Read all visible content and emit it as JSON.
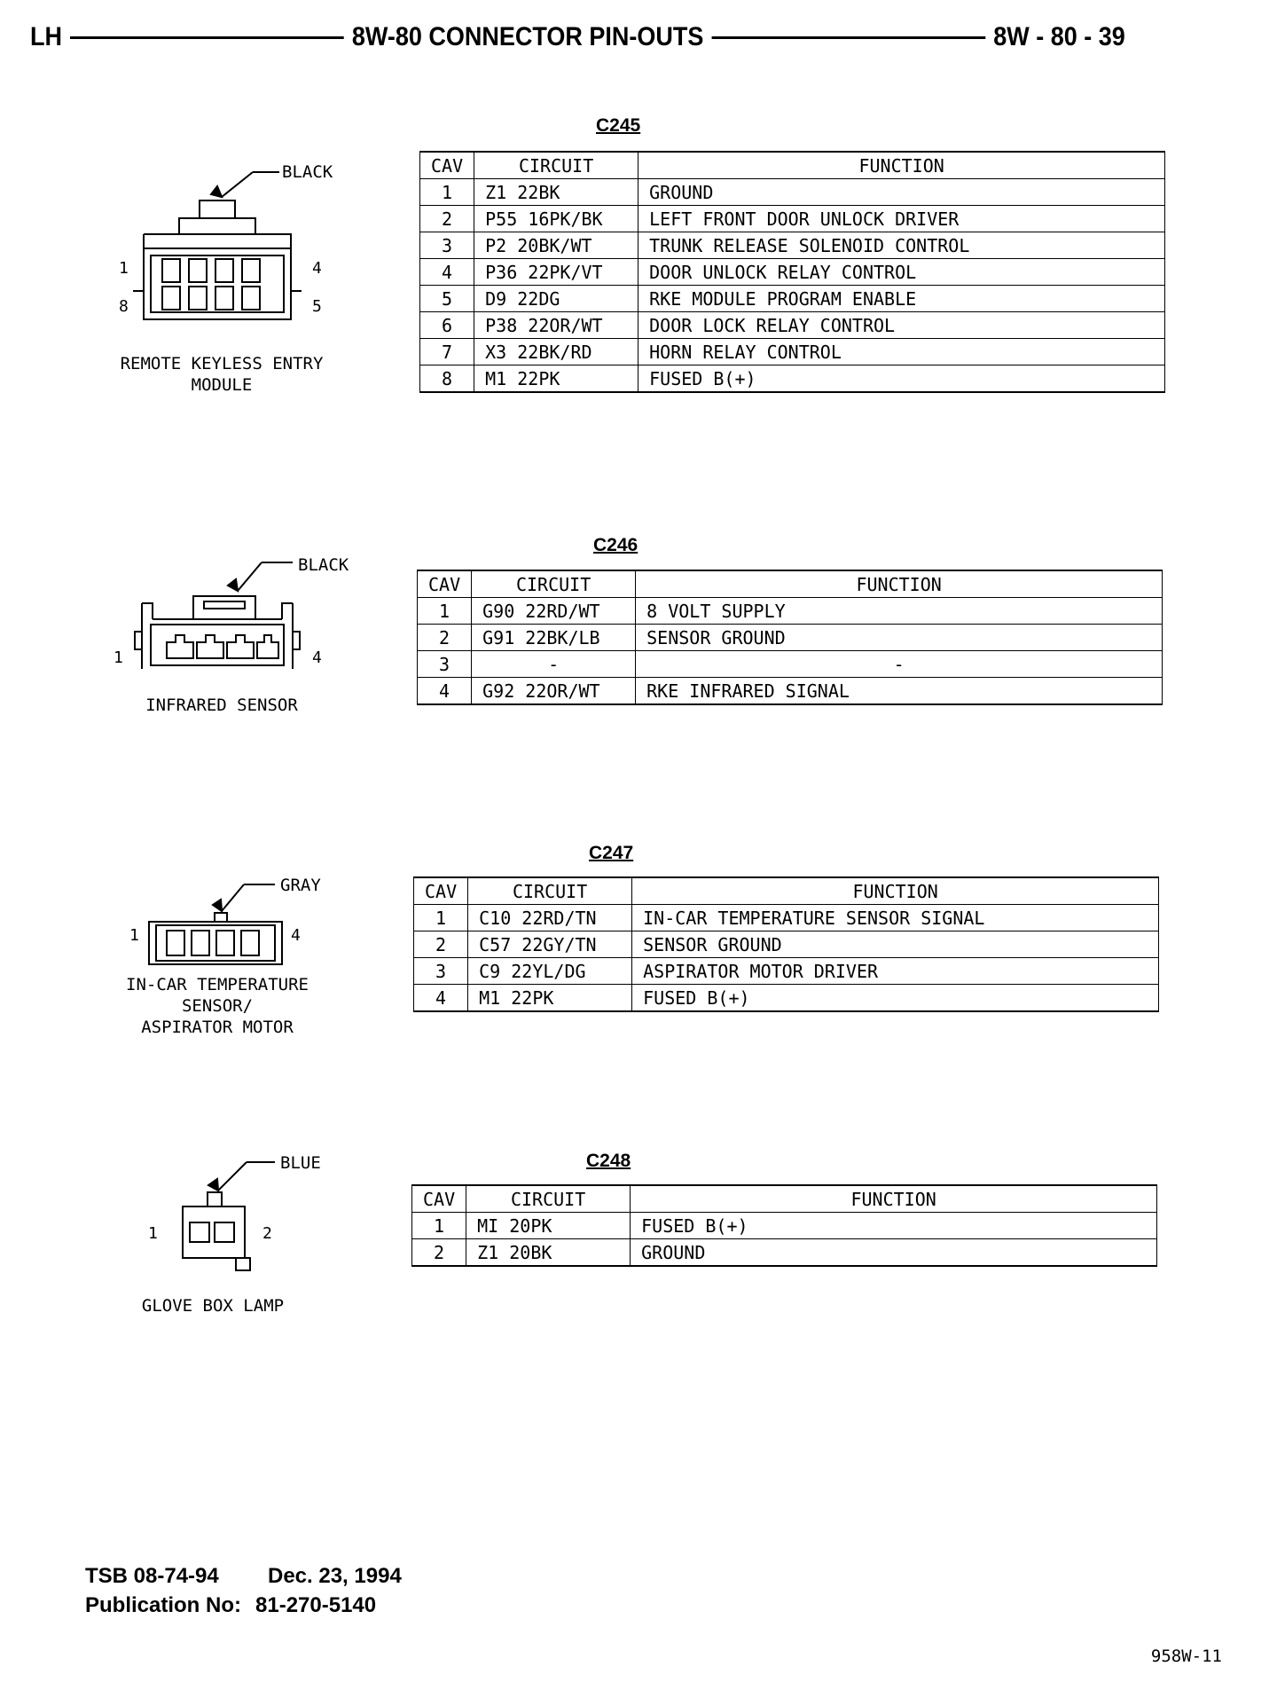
{
  "header": {
    "left": "LH",
    "center": "8W-80 CONNECTOR PIN-OUTS",
    "right": "8W - 80 - 39"
  },
  "columns": {
    "cav": "CAV",
    "circuit": "CIRCUIT",
    "function": "FUNCTION"
  },
  "connectors": [
    {
      "id": "C245",
      "color": "BLACK",
      "name": "REMOTE KEYLESS ENTRY\nMODULE",
      "pin_labels": [
        "1",
        "4",
        "8",
        "5"
      ],
      "rows": [
        {
          "cav": "1",
          "circuit": "Z1 22BK",
          "function": "GROUND"
        },
        {
          "cav": "2",
          "circuit": "P55 16PK/BK",
          "function": "LEFT FRONT DOOR UNLOCK DRIVER"
        },
        {
          "cav": "3",
          "circuit": "P2 20BK/WT",
          "function": "TRUNK RELEASE SOLENOID CONTROL"
        },
        {
          "cav": "4",
          "circuit": "P36 22PK/VT",
          "function": "DOOR UNLOCK RELAY CONTROL"
        },
        {
          "cav": "5",
          "circuit": "D9 22DG",
          "function": "RKE MODULE PROGRAM ENABLE"
        },
        {
          "cav": "6",
          "circuit": "P38 22OR/WT",
          "function": "DOOR LOCK RELAY CONTROL"
        },
        {
          "cav": "7",
          "circuit": "X3 22BK/RD",
          "function": "HORN RELAY CONTROL"
        },
        {
          "cav": "8",
          "circuit": "M1 22PK",
          "function": "FUSED B(+)"
        }
      ]
    },
    {
      "id": "C246",
      "color": "BLACK",
      "name": "INFRARED SENSOR",
      "pin_labels": [
        "1",
        "4"
      ],
      "rows": [
        {
          "cav": "1",
          "circuit": "G90 22RD/WT",
          "function": "8 VOLT SUPPLY"
        },
        {
          "cav": "2",
          "circuit": "G91 22BK/LB",
          "function": "SENSOR GROUND"
        },
        {
          "cav": "3",
          "circuit": "-",
          "function": "-"
        },
        {
          "cav": "4",
          "circuit": "G92 22OR/WT",
          "function": "RKE INFRARED SIGNAL"
        }
      ]
    },
    {
      "id": "C247",
      "color": "GRAY",
      "name": "IN-CAR TEMPERATURE\nSENSOR/\nASPIRATOR MOTOR",
      "pin_labels": [
        "1",
        "4"
      ],
      "rows": [
        {
          "cav": "1",
          "circuit": "C10 22RD/TN",
          "function": "IN-CAR TEMPERATURE SENSOR SIGNAL"
        },
        {
          "cav": "2",
          "circuit": "C57 22GY/TN",
          "function": "SENSOR GROUND"
        },
        {
          "cav": "3",
          "circuit": "C9 22YL/DG",
          "function": "ASPIRATOR MOTOR DRIVER"
        },
        {
          "cav": "4",
          "circuit": "M1 22PK",
          "function": "FUSED B(+)"
        }
      ]
    },
    {
      "id": "C248",
      "color": "BLUE",
      "name": "GLOVE BOX LAMP",
      "pin_labels": [
        "1",
        "2"
      ],
      "rows": [
        {
          "cav": "1",
          "circuit": "MI 20PK",
          "function": "FUSED B(+)"
        },
        {
          "cav": "2",
          "circuit": "Z1 20BK",
          "function": "GROUND"
        }
      ]
    }
  ],
  "footer": {
    "tsb_label": "TSB 08-74-94",
    "date": "Dec. 23, 1994",
    "pub_label": "Publication No:",
    "pub_number": "81-270-5140"
  },
  "figure_code": "958W-11"
}
